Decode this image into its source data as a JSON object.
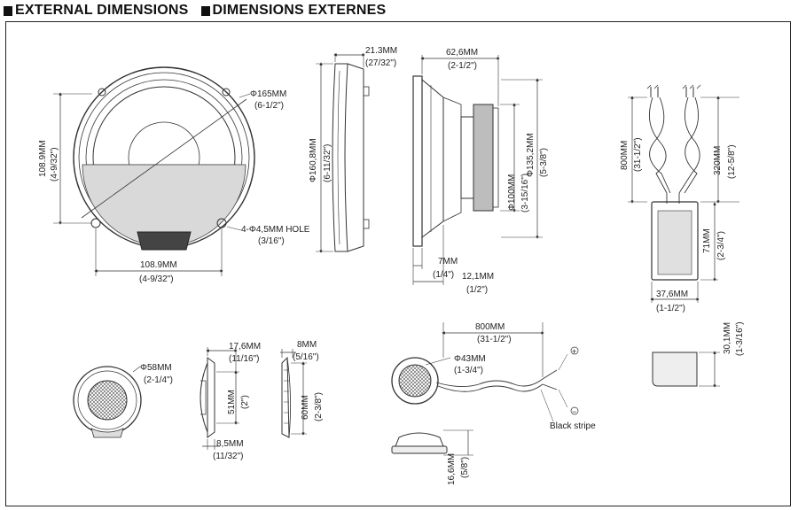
{
  "headings": {
    "english": "EXTERNAL DIMENSIONS",
    "french": "DIMENSIONS EXTERNES"
  },
  "woofer_front": {
    "diameter_mm": "Φ165MM",
    "diameter_in": "(6-1/2\")",
    "height_mm": "108.9MM",
    "height_in": "(4-9/32\")",
    "width_mm": "108.9MM",
    "width_in": "(4-9/32\")",
    "hole_mm": "4-Φ4,5MM HOLE",
    "hole_in": "(3/16\")"
  },
  "woofer_grille_side": {
    "depth_mm": "21.3MM",
    "depth_in": "(27/32\")",
    "diameter_mm": "Φ160,8MM",
    "diameter_in": "(6-11/32\")"
  },
  "woofer_side": {
    "depth_mm": "62,6MM",
    "depth_in": "(2-1/2\")",
    "diameter_mm": "Φ135,2MM",
    "diameter_in": "(5-3/8\")",
    "magnet_mm": "Φ100MM",
    "magnet_in": "(3-15/16\")",
    "flange_mm": "7MM",
    "flange_in": "(1/4\")",
    "mount_mm": "12,1MM",
    "mount_in": "(1/2\")"
  },
  "crossover": {
    "wire_mm": "800MM",
    "wire_in": "(31-1/2\")",
    "wire2_mm": "320MM",
    "wire2_in": "(12-5/8\")",
    "height_mm": "71MM",
    "height_in": "(2-3/4\")",
    "width_mm": "37,6MM",
    "width_in": "(1-1/2\")",
    "thick_mm": "30,1MM",
    "thick_in": "(1-3/16\")"
  },
  "tweeter_mount": {
    "diameter_mm": "Φ58MM",
    "diameter_in": "(2-1/4\")",
    "depth_mm": "17,6MM",
    "depth_in": "(11/16\")",
    "height_mm": "51MM",
    "height_in": "(2\")",
    "base_mm": "8,5MM",
    "base_in": "(11/32\")",
    "cup_depth_mm": "8MM",
    "cup_depth_in": "(5/16\")",
    "cup_height_mm": "60MM",
    "cup_height_in": "(2-3/8\")"
  },
  "tweeter": {
    "wire_mm": "800MM",
    "wire_in": "(31-1/2\")",
    "diameter_mm": "Φ43MM",
    "diameter_in": "(1-3/4\")",
    "plus": "+",
    "minus": "−",
    "stripe": "Black stripe",
    "height_mm": "16,6MM",
    "height_in": "(5/8\")"
  }
}
